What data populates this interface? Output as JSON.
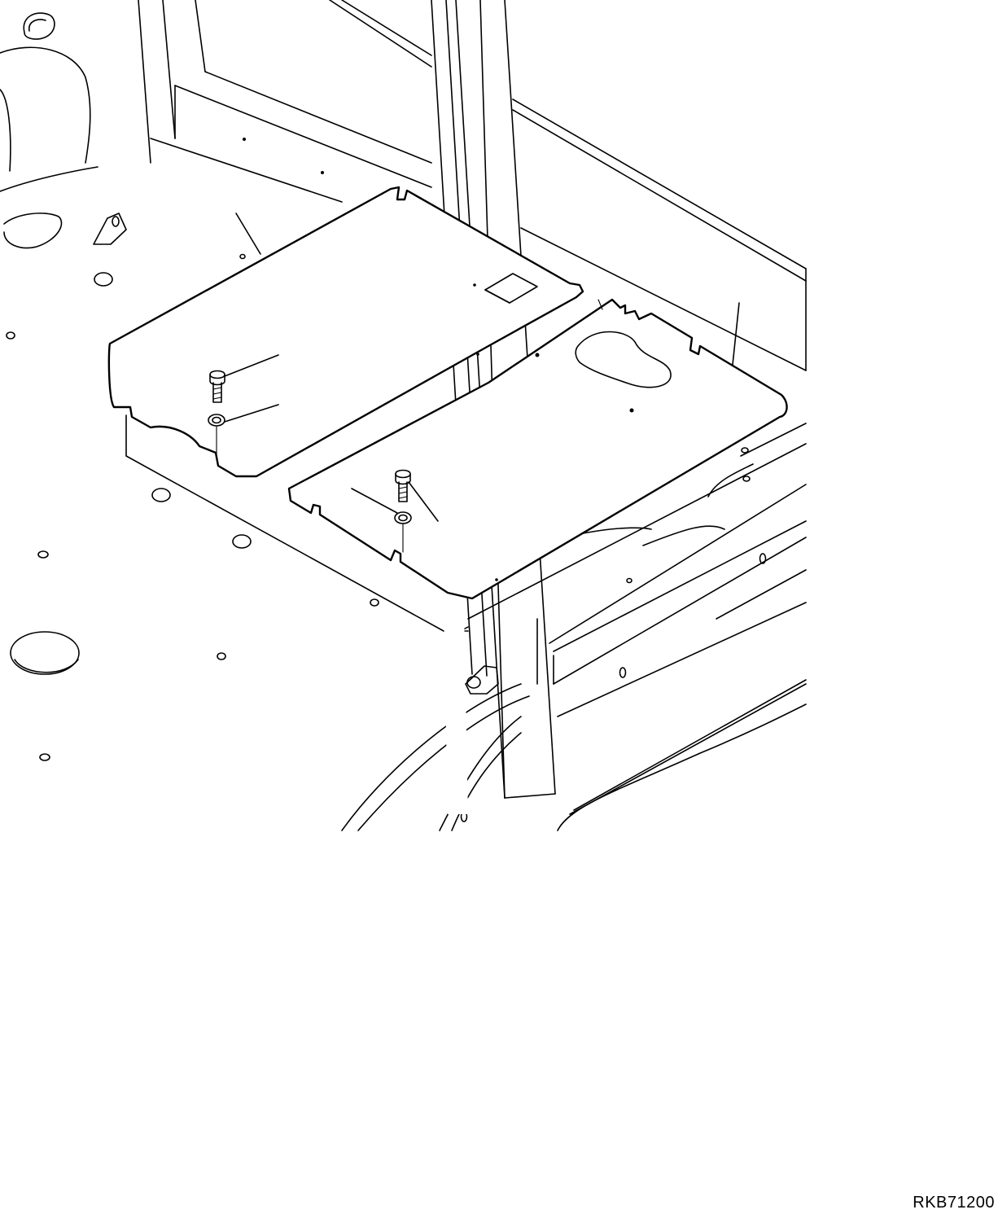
{
  "figure": {
    "drawing_code": "RKB71200",
    "subject": "floor-plate-cover-installation",
    "parts": {
      "cover_plates": 2,
      "bolts": 2,
      "washers": 2,
      "leader_lines": 6
    }
  }
}
